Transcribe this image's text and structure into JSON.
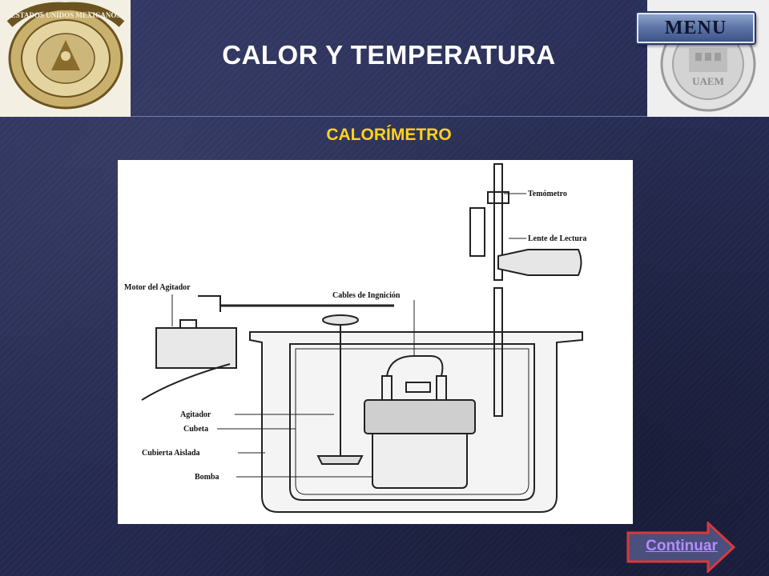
{
  "header": {
    "title": "CALOR Y TEMPERATURA",
    "subtitle": "CALORÍMETRO",
    "menu_label": "MENU"
  },
  "logos": {
    "left_seal_text": "ESTADOS UNIDOS MEXICANOS",
    "right_seal_text": "UAEM"
  },
  "diagram": {
    "labels": {
      "thermometer": "Temómetro",
      "reading_lens": "Lente de Lectura",
      "stirrer_motor": "Motor del Agitador",
      "ignition_wires": "Cables de Ingnición",
      "stirrer": "Agitador",
      "bucket": "Cubeta",
      "insulated_jacket": "Cubierta Aislada",
      "bomb": "Bomba"
    }
  },
  "nav": {
    "continue_label": "Continuar"
  },
  "colors": {
    "background": "#262b52",
    "title": "#ffffff",
    "subtitle": "#ffd21f",
    "continue_text": "#b48cff"
  }
}
